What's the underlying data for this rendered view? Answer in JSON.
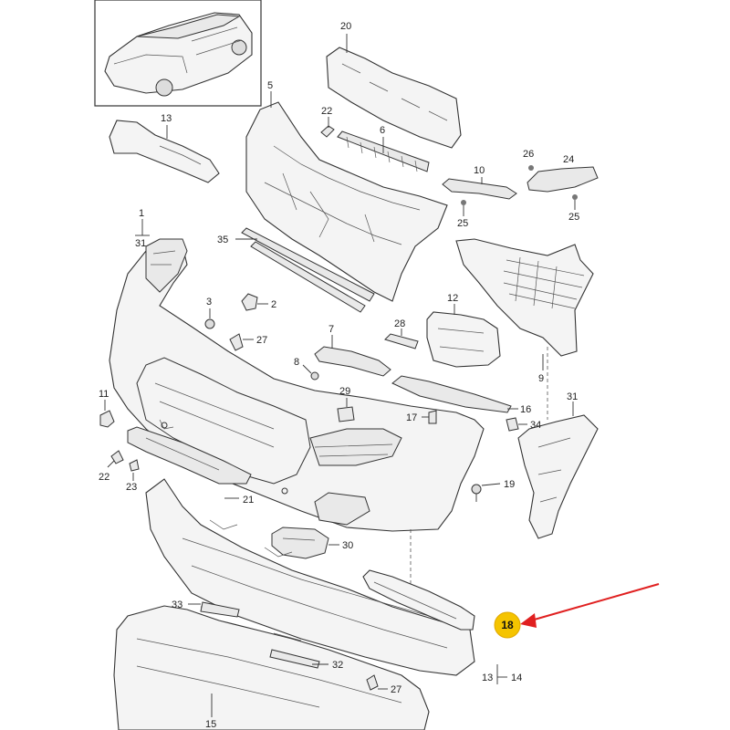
{
  "callouts": {
    "c1": "1",
    "c2": "2",
    "c3": "3",
    "c5": "5",
    "c6": "6",
    "c7": "7",
    "c8": "8",
    "c9": "9",
    "c10": "10",
    "c11": "11",
    "c12": "12",
    "c13a": "13",
    "c13b": "13",
    "c14": "14",
    "c15": "15",
    "c16": "16",
    "c17": "17",
    "c18": "18",
    "c19": "19",
    "c20": "20",
    "c21": "21",
    "c22a": "22",
    "c22b": "22",
    "c23": "23",
    "c24": "24",
    "c25a": "25",
    "c25b": "25",
    "c26": "26",
    "c27a": "27",
    "c27b": "27",
    "c28": "28",
    "c29": "29",
    "c30": "30",
    "c31a": "31",
    "c31b": "31",
    "c32": "32",
    "c33": "33",
    "c34": "34",
    "c35": "35"
  },
  "highlight": {
    "label": "18",
    "arrow_color": "#e02020",
    "badge_color": "#f5c400"
  }
}
